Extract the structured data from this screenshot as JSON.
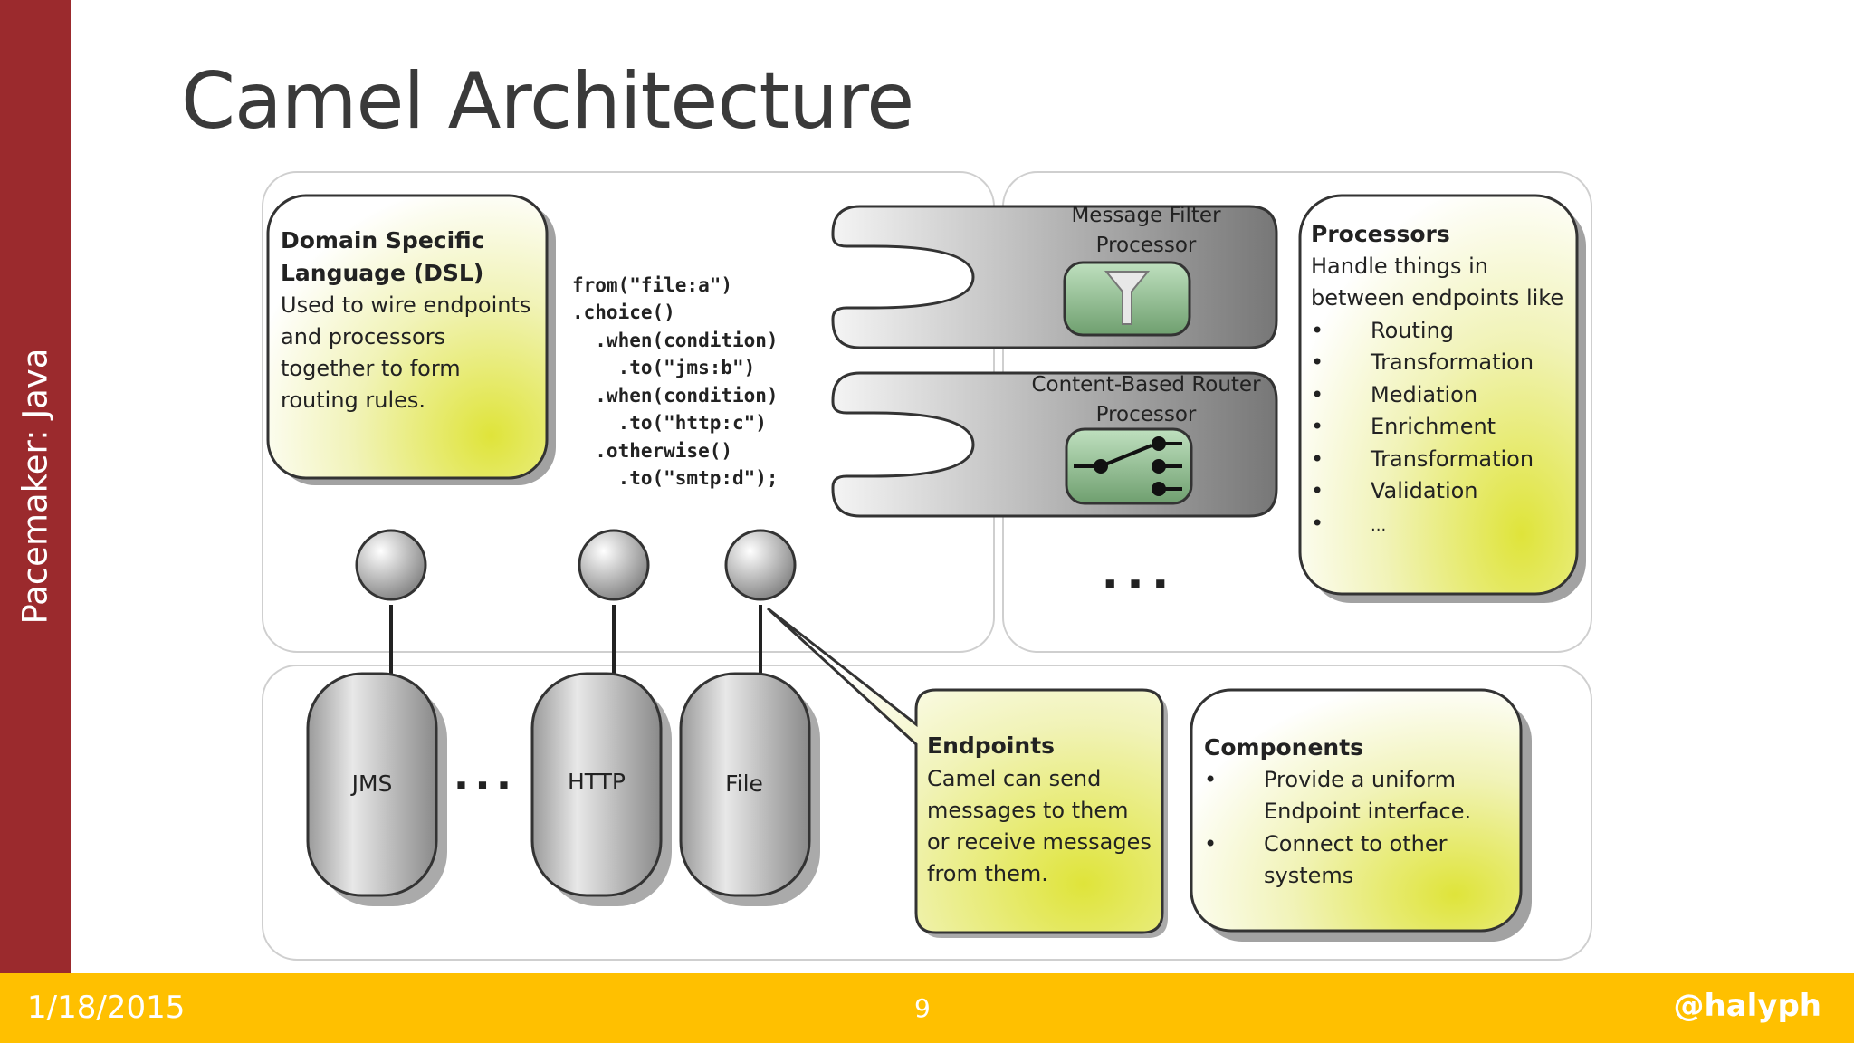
{
  "slide": {
    "title": "Camel Architecture",
    "sidebar_text": "Pacemaker: Java",
    "footer": {
      "date": "1/18/2015",
      "page_number": "9",
      "handle": "@halyph"
    }
  },
  "diagram": {
    "dsl_box": {
      "title_line1": "Domain Specific",
      "title_line2": "Language (DSL)",
      "body_lines": [
        "Used to wire endpoints",
        "and processors",
        "together to form",
        "routing rules."
      ]
    },
    "code_lines": [
      "from(\"file:a\")",
      ".choice()",
      "  .when(condition)",
      "    .to(\"jms:b\")",
      "  .when(condition)",
      "    .to(\"http:c\")",
      "  .otherwise()",
      "    .to(\"smtp:d\");"
    ],
    "message_filter": {
      "line1": "Message Filter",
      "line2": "Processor"
    },
    "content_router": {
      "line1": "Content-Based Router",
      "line2": "Processor"
    },
    "processors_ellipsis": "...",
    "processors_box": {
      "title": "Processors",
      "body_lines": [
        "Handle things in",
        "between endpoints like"
      ],
      "bullets": [
        "Routing",
        "Transformation",
        "Mediation",
        "Enrichment",
        "Transformation",
        "Validation",
        "..."
      ]
    },
    "endpoints_tubes": [
      {
        "label": "JMS"
      },
      {
        "label": "HTTP"
      },
      {
        "label": "File"
      }
    ],
    "endpoints_ellipsis": "...",
    "endpoints_box": {
      "title": "Endpoints",
      "body_lines": [
        "Camel can send",
        "messages to them",
        "or receive messages",
        "from them."
      ]
    },
    "components_box": {
      "title": "Components",
      "bullets": [
        {
          "line1": "Provide a uniform",
          "line2": "Endpoint interface."
        },
        {
          "line1": "Connect to other",
          "line2": "systems"
        }
      ]
    },
    "bullet_glyph": "•"
  },
  "colors": {
    "sidebar": "#9b2a2d",
    "footer": "#ffc000",
    "note_yellow": "#e6ea5a",
    "processor_green": "#8fbf8f"
  }
}
